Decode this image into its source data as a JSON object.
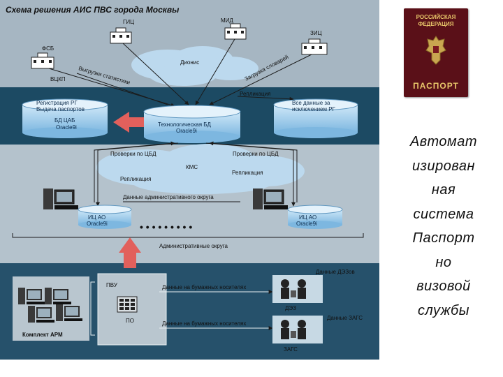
{
  "diagram": {
    "title": "Схема решения АИС ПВС города Москвы",
    "agencies": {
      "gic": "ГИЦ",
      "mid": "МИД",
      "zic": "ЗИЦ",
      "fsb": "ФСБ",
      "vckp": "ВЦКП"
    },
    "dionis": "Дионис",
    "arrow_stats": "Выгрузки статистики",
    "arrow_dict": "Загрузка словарей",
    "replication_top": "Репликация",
    "db_left_line1": "Регистрация РГ",
    "db_left_line2": "Выдача паспортов",
    "db_left_line3": "БД ЦАБ",
    "db_left_line4": "Oracle9i",
    "db_center_line1": "Технологическая БД",
    "db_center_line2": "Oracle9i",
    "db_right_line1": "Все данные за",
    "db_right_line2": "исключением РГ",
    "check_left": "Проверки по ЦБД",
    "check_right": "Проверки по ЦБД",
    "kms": "КМС",
    "repl_left": "Репликация",
    "repl_right": "Репликация",
    "admin_data": "Данные административного округа",
    "ic_ao": "ИЦ АО",
    "oracle9i": "Oracle9i",
    "admin_districts": "Административные округа",
    "pvu": "ПВУ",
    "po": "ПО",
    "paper1": "Данные на бумажных носителях",
    "paper2": "Данные на бумажных носителях",
    "data_dez": "Данные ДЭЗов",
    "dez": "ДЭЗ",
    "data_zags": "Данные ЗАГС",
    "zags": "ЗАГС",
    "kit_arm": "Комплект АРМ"
  },
  "passport": {
    "line1": "РОССИЙСКАЯ",
    "line2": "ФЕДЕРАЦИЯ",
    "line3": "ПАСПОРТ"
  },
  "caption": {
    "lines": [
      "Автомат",
      "изирован",
      "ная",
      "система",
      "Паспорт",
      "но",
      "визовой",
      "службы"
    ]
  }
}
